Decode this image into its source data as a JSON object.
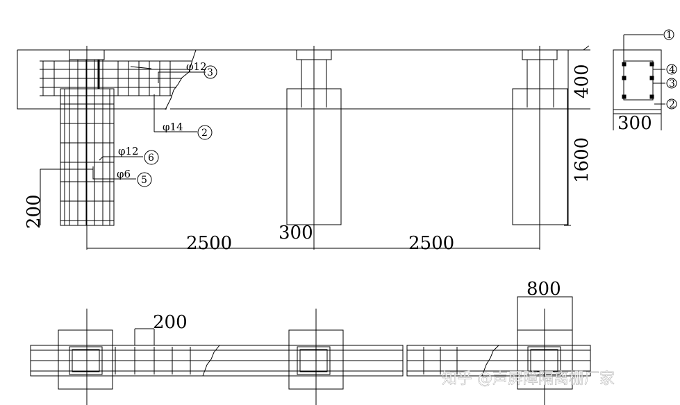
{
  "dimensions": {
    "span_left": "2500",
    "span_right": "2500",
    "column_width": "300",
    "beam_depth": "400",
    "pile_depth": "1600",
    "cap_width": "200",
    "section_width": "300",
    "plan_pad": "800",
    "plan_spacing": "200"
  },
  "rebar_labels": {
    "top_bar": "φ12",
    "bottom_bar": "φ14",
    "column_main": "φ12",
    "column_stirrup": "φ6"
  },
  "bubbles": {
    "b1": "1",
    "b2": "2",
    "b3": "3",
    "b4": "4",
    "b5": "5",
    "b6": "6"
  },
  "watermark": "知乎 @声屏障隔离栅厂家"
}
